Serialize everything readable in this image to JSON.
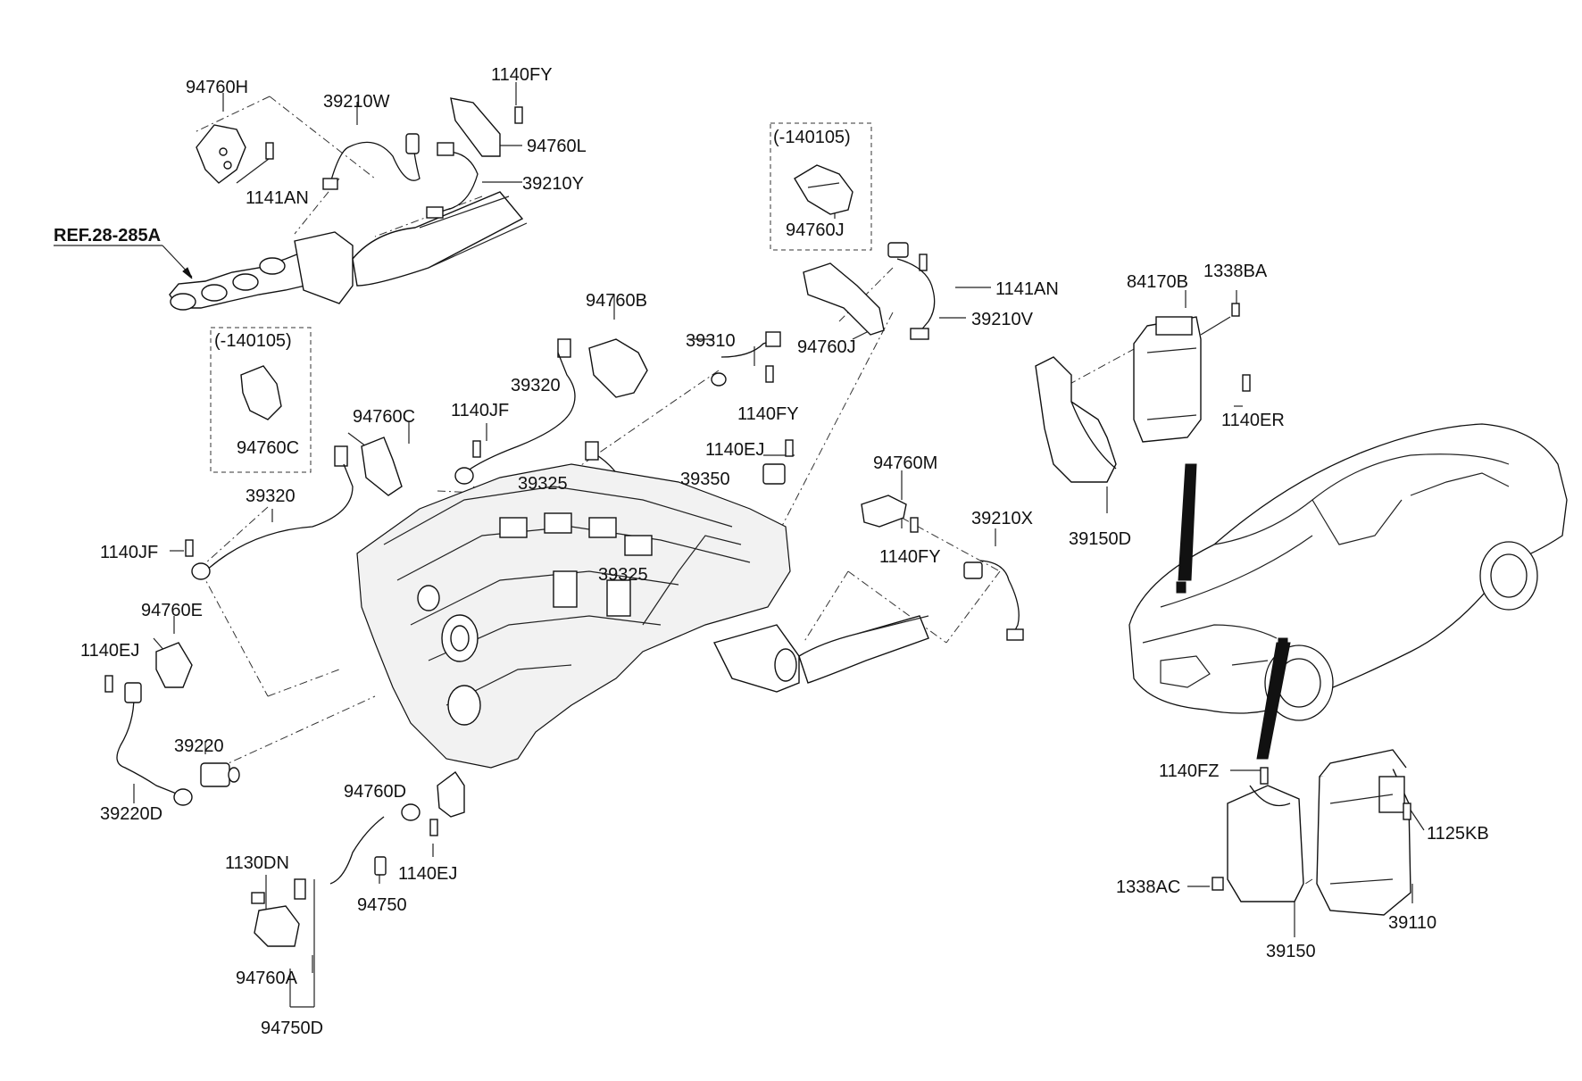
{
  "labels": {
    "l94760H": "94760H",
    "l39210W": "39210W",
    "l1140FY_a": "1140FY",
    "l94760L": "94760L",
    "l39210Y": "39210Y",
    "l1141AN_a": "1141AN",
    "lREF": "REF.28-285A",
    "lNote1": "(-140105)",
    "l94760J_a": "94760J",
    "l1141AN_b": "1141AN",
    "l39210V": "39210V",
    "l94760J_b": "94760J",
    "l94760B": "94760B",
    "l39310": "39310",
    "l1140FY_b": "1140FY",
    "lNote2": "(-140105)",
    "l39320_a": "39320",
    "l1140JF_a": "1140JF",
    "l94760C_a": "94760C",
    "l94760C_b": "94760C",
    "l1140EJ_a": "1140EJ",
    "l39350": "39350",
    "l39325_a": "39325",
    "l39325_b": "39325",
    "l39320_b": "39320",
    "l1140JF_b": "1140JF",
    "l94760M": "94760M",
    "l39210X": "39210X",
    "l1140FY_c": "1140FY",
    "l84170B": "84170B",
    "l1338BA": "1338BA",
    "l1140ER": "1140ER",
    "l39150D": "39150D",
    "l94760E": "94760E",
    "l1140EJ_b": "1140EJ",
    "l39220": "39220",
    "l39220D": "39220D",
    "l94760D": "94760D",
    "l1140EJ_c": "1140EJ",
    "l1130DN": "1130DN",
    "l94750": "94750",
    "l94760A": "94760A",
    "l94750D": "94750D",
    "l1140FZ": "1140FZ",
    "l1125KB": "1125KB",
    "l1338AC": "1338AC",
    "l39110": "39110",
    "l39150": "39150"
  }
}
